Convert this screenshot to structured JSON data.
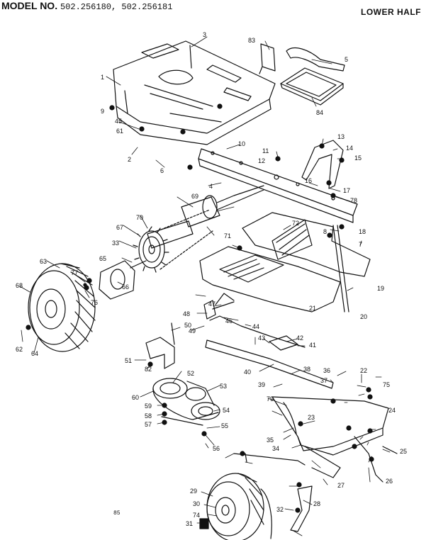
{
  "header": {
    "model_label": "MODEL NO.",
    "model_numbers": "502.256180, 502.256181",
    "section_title": "LOWER HALF"
  },
  "footer": {
    "page_number": "85"
  },
  "callouts": [
    {
      "id": "c1",
      "text": "1"
    },
    {
      "id": "c2",
      "text": "2"
    },
    {
      "id": "c3",
      "text": "3"
    },
    {
      "id": "c4",
      "text": "4"
    },
    {
      "id": "c5",
      "text": "5"
    },
    {
      "id": "c6",
      "text": "6"
    },
    {
      "id": "c7",
      "text": "7"
    },
    {
      "id": "c8",
      "text": "8"
    },
    {
      "id": "c9",
      "text": "9"
    },
    {
      "id": "c10",
      "text": "10"
    },
    {
      "id": "c11",
      "text": "11"
    },
    {
      "id": "c12",
      "text": "12"
    },
    {
      "id": "c13",
      "text": "13"
    },
    {
      "id": "c14",
      "text": "14"
    },
    {
      "id": "c15",
      "text": "15"
    },
    {
      "id": "c16",
      "text": "16"
    },
    {
      "id": "c17",
      "text": "17"
    },
    {
      "id": "c18",
      "text": "18"
    },
    {
      "id": "c19",
      "text": "19"
    },
    {
      "id": "c20",
      "text": "20"
    },
    {
      "id": "c21",
      "text": "21"
    },
    {
      "id": "c22",
      "text": "22"
    },
    {
      "id": "c23",
      "text": "23"
    },
    {
      "id": "c24",
      "text": "24"
    },
    {
      "id": "c25",
      "text": "25"
    },
    {
      "id": "c26",
      "text": "26"
    },
    {
      "id": "c27",
      "text": "27"
    },
    {
      "id": "c28",
      "text": "28"
    },
    {
      "id": "c29",
      "text": "29"
    },
    {
      "id": "c30",
      "text": "30"
    },
    {
      "id": "c31",
      "text": "31"
    },
    {
      "id": "c32",
      "text": "32"
    },
    {
      "id": "c33",
      "text": "33"
    },
    {
      "id": "c34",
      "text": "34"
    },
    {
      "id": "c35",
      "text": "35"
    },
    {
      "id": "c36",
      "text": "36"
    },
    {
      "id": "c37",
      "text": "37"
    },
    {
      "id": "c38",
      "text": "38"
    },
    {
      "id": "c39",
      "text": "39"
    },
    {
      "id": "c40",
      "text": "40"
    },
    {
      "id": "c41",
      "text": "41"
    },
    {
      "id": "c42",
      "text": "42"
    },
    {
      "id": "c43",
      "text": "43"
    },
    {
      "id": "c44",
      "text": "44"
    },
    {
      "id": "c45",
      "text": "45"
    },
    {
      "id": "c46",
      "text": "46"
    },
    {
      "id": "c47",
      "text": "47"
    },
    {
      "id": "c48",
      "text": "48"
    },
    {
      "id": "c49",
      "text": "49"
    },
    {
      "id": "c50",
      "text": "50"
    },
    {
      "id": "c51",
      "text": "51"
    },
    {
      "id": "c52",
      "text": "52"
    },
    {
      "id": "c53",
      "text": "53"
    },
    {
      "id": "c54",
      "text": "54"
    },
    {
      "id": "c55",
      "text": "55"
    },
    {
      "id": "c56",
      "text": "56"
    },
    {
      "id": "c57",
      "text": "57"
    },
    {
      "id": "c58",
      "text": "58"
    },
    {
      "id": "c59",
      "text": "59"
    },
    {
      "id": "c60",
      "text": "60"
    },
    {
      "id": "c61",
      "text": "61"
    },
    {
      "id": "c62",
      "text": "62"
    },
    {
      "id": "c63",
      "text": "63"
    },
    {
      "id": "c64",
      "text": "64"
    },
    {
      "id": "c65",
      "text": "65"
    },
    {
      "id": "c66",
      "text": "66"
    },
    {
      "id": "c67",
      "text": "67"
    },
    {
      "id": "c68",
      "text": "68"
    },
    {
      "id": "c69",
      "text": "69"
    },
    {
      "id": "c70",
      "text": "70"
    },
    {
      "id": "c71",
      "text": "71"
    },
    {
      "id": "c72",
      "text": "72"
    },
    {
      "id": "c74",
      "text": "74"
    },
    {
      "id": "c75",
      "text": "75"
    },
    {
      "id": "c76",
      "text": "76"
    },
    {
      "id": "c77",
      "text": "77"
    },
    {
      "id": "c78",
      "text": "78"
    },
    {
      "id": "c79",
      "text": "79"
    },
    {
      "id": "c82",
      "text": "82"
    },
    {
      "id": "c83",
      "text": "83"
    },
    {
      "id": "c84",
      "text": "84"
    }
  ]
}
